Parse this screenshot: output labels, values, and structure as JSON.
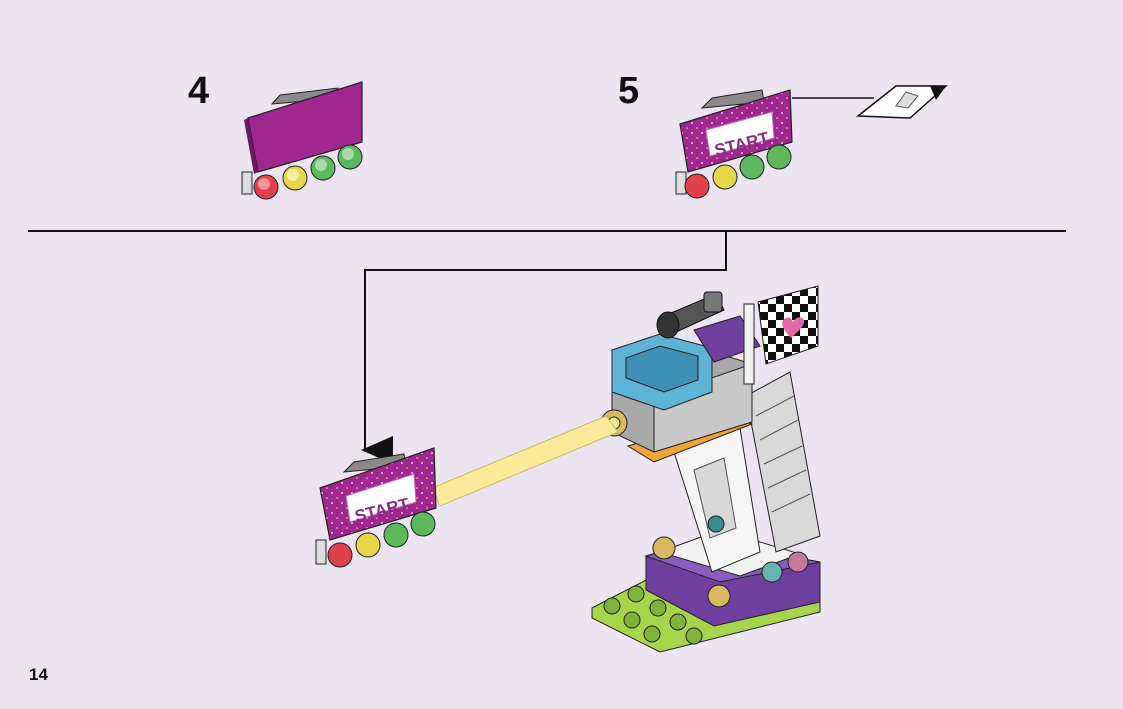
{
  "steps": [
    {
      "number": "4"
    },
    {
      "number": "5",
      "sign_text": "START"
    }
  ],
  "final_assembly": {
    "sign_text": "START"
  },
  "page": {
    "number": "14"
  },
  "colors": {
    "background": "#ece4f1",
    "sign_magenta": "#a0278f",
    "light_red": "#e2404c",
    "light_yellow": "#e6d64a",
    "light_green": "#5cb85c",
    "tower_blue": "#5fb3d6",
    "base_purple": "#6f3fa0",
    "base_lime": "#a6d44a",
    "beam_yellow": "#fbeb9a"
  },
  "icons": [
    "sticker-icon",
    "checkered-flag-icon",
    "heart-icon",
    "spotlight-icon"
  ]
}
